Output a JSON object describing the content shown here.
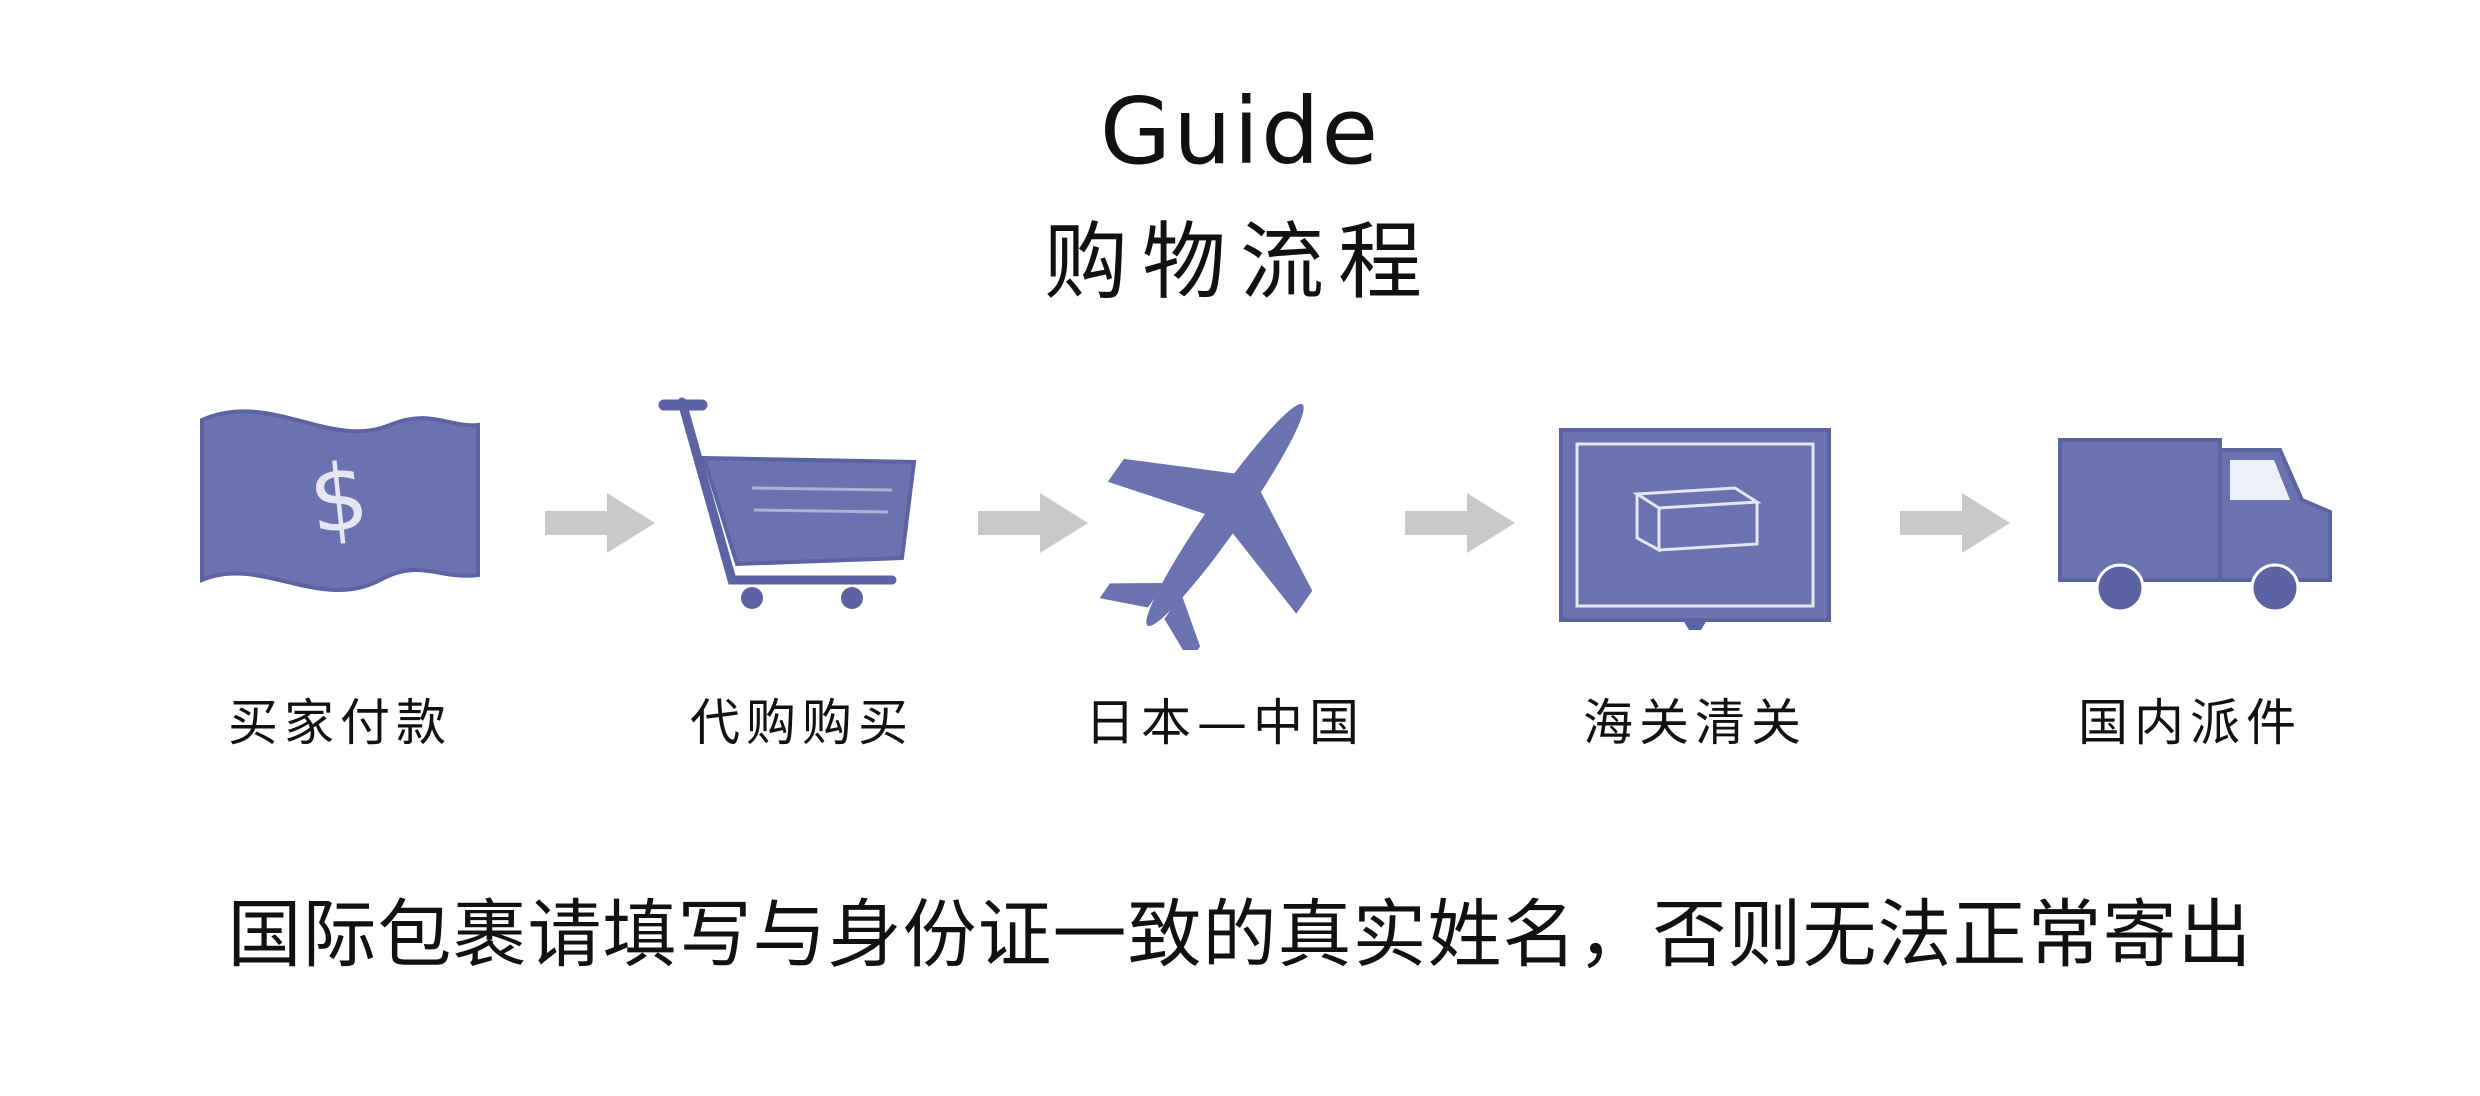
{
  "title_en": "Guide",
  "title_zh": "购物流程",
  "icon_color": "#6a72b0",
  "arrow_color": "#c8c8c8",
  "steps": [
    {
      "label": "买家付款",
      "icon": "money-icon"
    },
    {
      "label": "代购购买",
      "icon": "cart-icon"
    },
    {
      "label": "日本—中国",
      "icon": "airplane-icon"
    },
    {
      "label": "海关清关",
      "icon": "monitor-box-icon"
    },
    {
      "label": "国内派件",
      "icon": "truck-icon"
    }
  ],
  "notice": "国际包裹请填写与身份证一致的真实姓名，否则无法正常寄出"
}
